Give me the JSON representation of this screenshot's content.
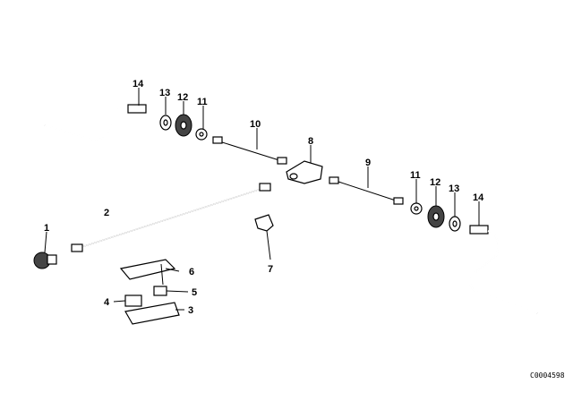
{
  "labels": {
    "l14a": "14",
    "l13a": "13",
    "l12a": "12",
    "l11a": "11",
    "l10": "10",
    "l8": "8",
    "l9": "9",
    "l11b": "11",
    "l12b": "12",
    "l13b": "13",
    "l14b": "14",
    "l1": "1",
    "l2": "2",
    "l7": "7",
    "l6": "6",
    "l5": "5",
    "l4": "4",
    "l3": "3"
  },
  "diagram_code": "C0004598"
}
